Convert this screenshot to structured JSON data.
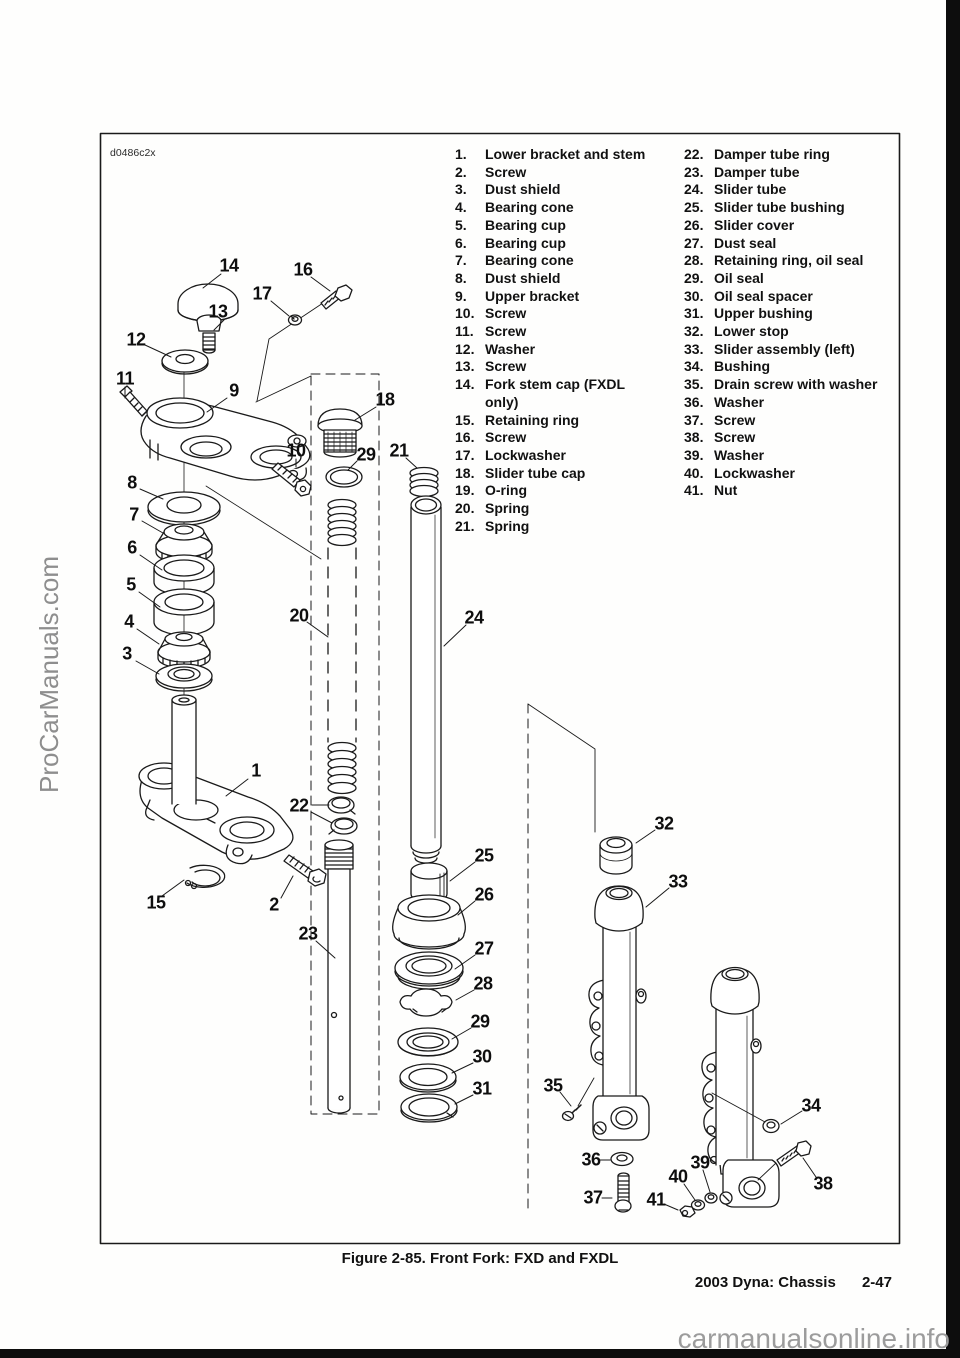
{
  "page": {
    "figure_code": "d0486c2x",
    "caption": "Figure 2-85. Front Fork: FXD and FXDL",
    "footer": {
      "section": "2003 Dyna: Chassis",
      "page": "2-47"
    },
    "watermark_left": "ProCarManuals.com",
    "watermark_bottom": "carmanualsonline.info"
  },
  "parts_list": {
    "column1": [
      {
        "num": "1.",
        "label": "Lower bracket and stem"
      },
      {
        "num": "2.",
        "label": "Screw"
      },
      {
        "num": "3.",
        "label": "Dust shield"
      },
      {
        "num": "4.",
        "label": "Bearing cone"
      },
      {
        "num": "5.",
        "label": "Bearing cup"
      },
      {
        "num": "6.",
        "label": "Bearing cup"
      },
      {
        "num": "7.",
        "label": "Bearing cone"
      },
      {
        "num": "8.",
        "label": "Dust shield"
      },
      {
        "num": "9.",
        "label": "Upper bracket"
      },
      {
        "num": "10.",
        "label": "Screw"
      },
      {
        "num": "11.",
        "label": "Screw"
      },
      {
        "num": "12.",
        "label": "Washer"
      },
      {
        "num": "13.",
        "label": "Screw"
      },
      {
        "num": "14.",
        "label": "Fork stem cap (FXDL"
      },
      {
        "num": "",
        "label": "only)"
      },
      {
        "num": "15.",
        "label": "Retaining ring"
      },
      {
        "num": "16.",
        "label": "Screw"
      },
      {
        "num": "17.",
        "label": "Lockwasher"
      },
      {
        "num": "18.",
        "label": "Slider tube cap"
      },
      {
        "num": "19.",
        "label": "O-ring"
      },
      {
        "num": "20.",
        "label": "Spring"
      },
      {
        "num": "21.",
        "label": "Spring"
      }
    ],
    "column2": [
      {
        "num": "22.",
        "label": "Damper tube ring"
      },
      {
        "num": "23.",
        "label": "Damper tube"
      },
      {
        "num": "24.",
        "label": "Slider tube"
      },
      {
        "num": "25.",
        "label": "Slider tube bushing"
      },
      {
        "num": "26.",
        "label": "Slider cover"
      },
      {
        "num": "27.",
        "label": "Dust seal"
      },
      {
        "num": "28.",
        "label": "Retaining ring, oil seal"
      },
      {
        "num": "29.",
        "label": "Oil seal"
      },
      {
        "num": "30.",
        "label": "Oil seal spacer"
      },
      {
        "num": "31.",
        "label": "Upper bushing"
      },
      {
        "num": "32.",
        "label": "Lower stop"
      },
      {
        "num": "33.",
        "label": "Slider assembly (left)"
      },
      {
        "num": "34.",
        "label": "Bushing"
      },
      {
        "num": "35.",
        "label": "Drain screw with washer"
      },
      {
        "num": "36.",
        "label": "Washer"
      },
      {
        "num": "37.",
        "label": "Screw"
      },
      {
        "num": "38.",
        "label": "Screw"
      },
      {
        "num": "39.",
        "label": "Washer"
      },
      {
        "num": "40.",
        "label": "Lockwasher"
      },
      {
        "num": "41.",
        "label": "Nut"
      }
    ]
  },
  "diagram": {
    "callouts": [
      "14",
      "16",
      "17",
      "13",
      "12",
      "11",
      "9",
      "18",
      "29",
      "21",
      "10",
      "8",
      "7",
      "6",
      "5",
      "4",
      "3",
      "20",
      "1",
      "22",
      "15",
      "2",
      "23",
      "24",
      "25",
      "26",
      "27",
      "28",
      "29",
      "30",
      "31",
      "32",
      "33",
      "35",
      "36",
      "37",
      "38",
      "34",
      "39",
      "40",
      "41"
    ]
  }
}
